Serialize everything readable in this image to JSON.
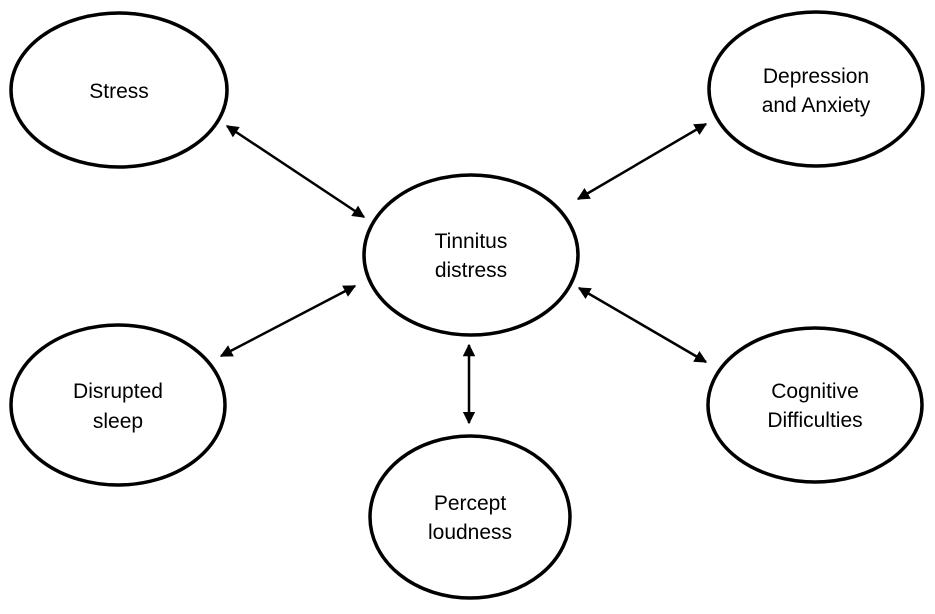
{
  "diagram": {
    "line_color": "#000000",
    "background": "#ffffff",
    "center": {
      "id": "tinnitus",
      "lines": [
        "Tinnitus",
        "distress"
      ]
    },
    "nodes": [
      {
        "id": "stress",
        "lines": [
          "Stress"
        ]
      },
      {
        "id": "depression",
        "lines": [
          "Depression",
          "and Anxiety"
        ]
      },
      {
        "id": "sleep",
        "lines": [
          "Disrupted",
          "sleep"
        ]
      },
      {
        "id": "cognitive",
        "lines": [
          "Cognitive",
          "Difficulties"
        ]
      },
      {
        "id": "loudness",
        "lines": [
          "Percept",
          "loudness"
        ]
      }
    ],
    "edges": [
      {
        "from": "tinnitus",
        "to": "stress",
        "direction": "both"
      },
      {
        "from": "tinnitus",
        "to": "depression",
        "direction": "both"
      },
      {
        "from": "tinnitus",
        "to": "sleep",
        "direction": "both"
      },
      {
        "from": "tinnitus",
        "to": "cognitive",
        "direction": "both"
      },
      {
        "from": "tinnitus",
        "to": "loudness",
        "direction": "both"
      }
    ]
  }
}
